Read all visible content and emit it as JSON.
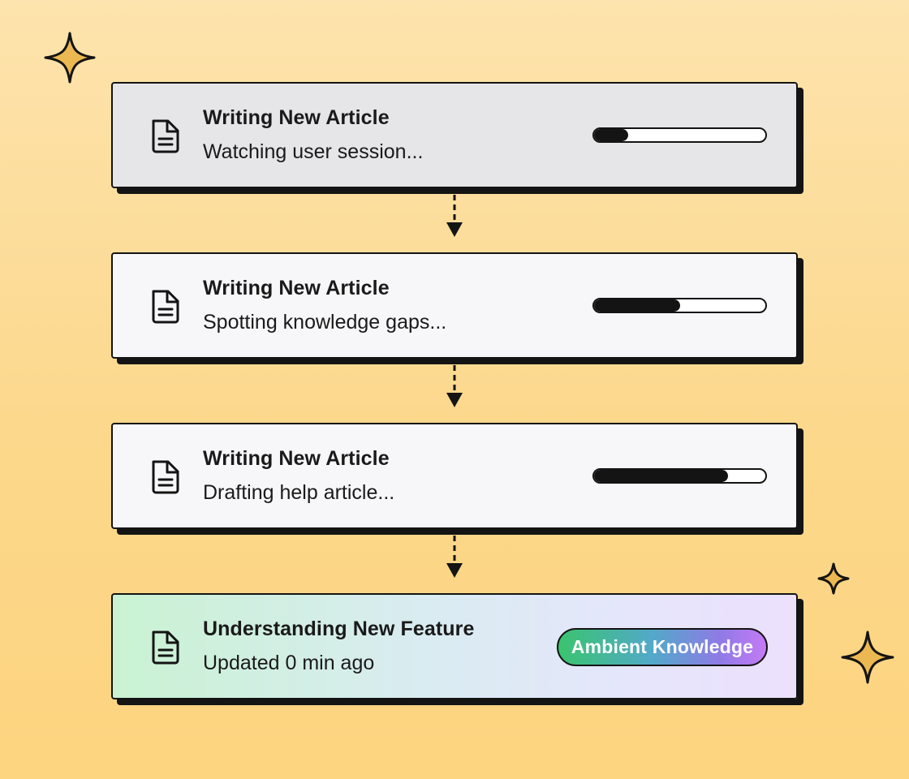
{
  "steps": [
    {
      "title": "Writing New Article",
      "subtitle": "Watching user session...",
      "progress": 0.2,
      "icon": "document-icon"
    },
    {
      "title": "Writing New Article",
      "subtitle": "Spotting knowledge gaps...",
      "progress": 0.5,
      "icon": "document-icon"
    },
    {
      "title": "Writing New Article",
      "subtitle": "Drafting help article...",
      "progress": 0.78,
      "icon": "document-icon"
    }
  ],
  "result": {
    "title": "Understanding New Feature",
    "subtitle": "Updated 0 min ago",
    "badge": "Ambient Knowledge",
    "icon": "document-icon"
  },
  "colors": {
    "background": "#fcd88c",
    "card_border": "#141414",
    "progress_fill": "#141414",
    "sparkle": "#ecb851",
    "badge_gradient": [
      "#3ac46e",
      "#52a9c9",
      "#8f7ae6",
      "#c57af5"
    ]
  },
  "decorations": [
    "sparkle-icon",
    "sparkle-icon",
    "sparkle-icon"
  ]
}
